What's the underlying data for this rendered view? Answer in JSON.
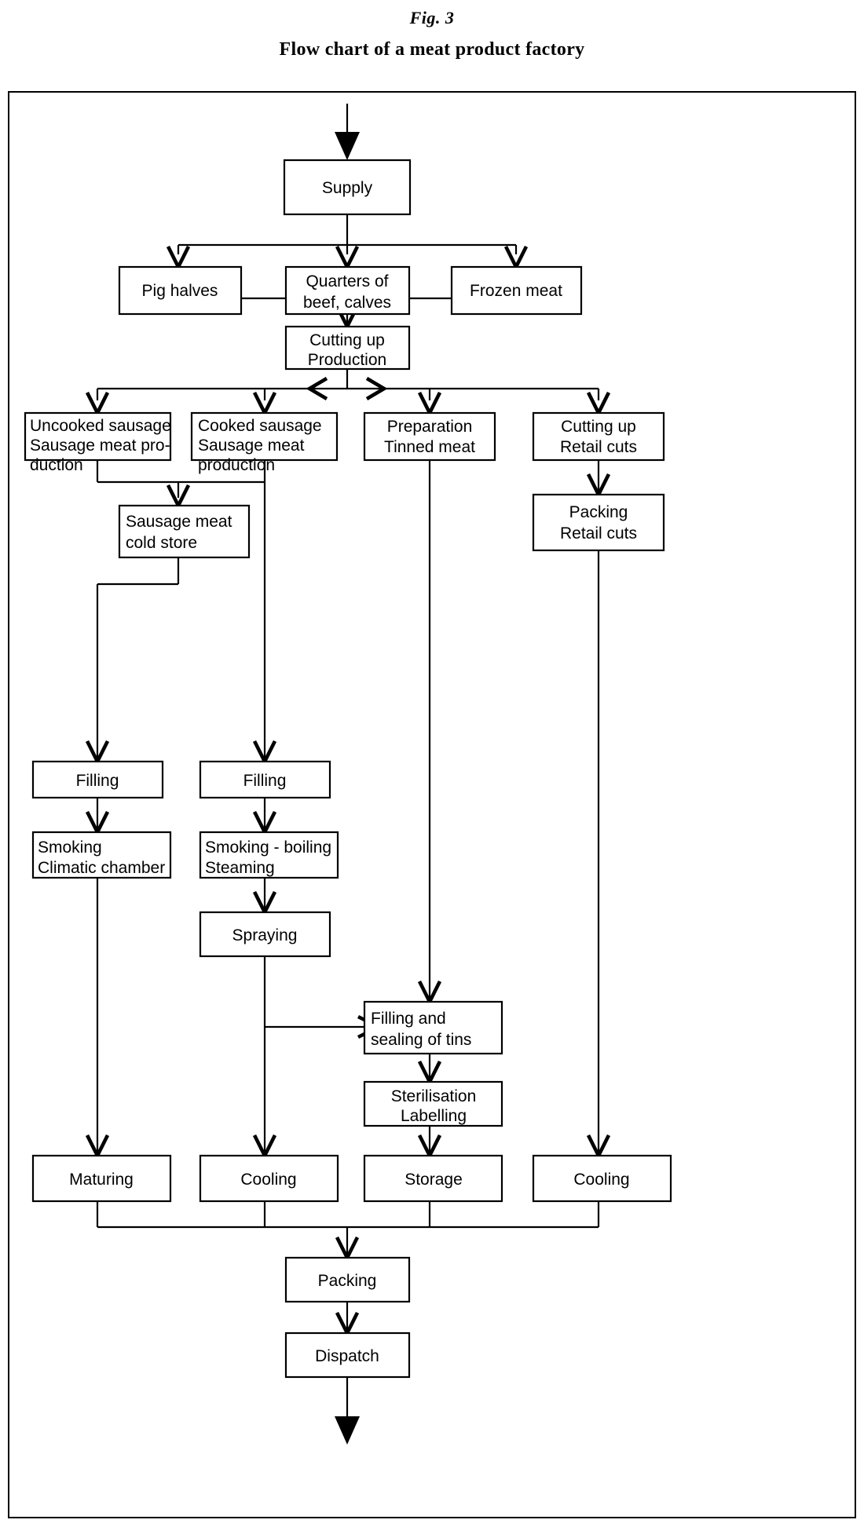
{
  "figure": {
    "label": "Fig. 3",
    "title": "Flow chart of a meat product factory"
  },
  "colors": {
    "stroke": "#000000",
    "background": "#ffffff",
    "box_fill": "#ffffff"
  },
  "diagram": {
    "type": "flowchart",
    "orientation": "top-to-bottom",
    "nodes": [
      {
        "id": "supply",
        "lines": [
          "Supply"
        ],
        "align": "center"
      },
      {
        "id": "pig-halves",
        "lines": [
          "Pig halves"
        ],
        "align": "center"
      },
      {
        "id": "quarters-beef",
        "lines": [
          "Quarters of",
          "beef, calves"
        ],
        "align": "center"
      },
      {
        "id": "frozen-meat",
        "lines": [
          "Frozen meat"
        ],
        "align": "center"
      },
      {
        "id": "cutting-up-prod",
        "lines": [
          "Cutting up",
          "Production"
        ],
        "align": "center"
      },
      {
        "id": "uncooked-sausage",
        "lines": [
          "Uncooked sausage",
          "Sausage meat pro-",
          "duction"
        ],
        "align": "left"
      },
      {
        "id": "cooked-sausage",
        "lines": [
          "Cooked sausage",
          "Sausage meat",
          "production"
        ],
        "align": "left"
      },
      {
        "id": "preparation-tinned",
        "lines": [
          "Preparation",
          "Tinned meat"
        ],
        "align": "center"
      },
      {
        "id": "cutting-retail",
        "lines": [
          "Cutting up",
          "Retail cuts"
        ],
        "align": "center"
      },
      {
        "id": "sausage-cold-store",
        "lines": [
          "Sausage meat",
          "cold store"
        ],
        "align": "left"
      },
      {
        "id": "packing-retail",
        "lines": [
          "Packing",
          "Retail cuts"
        ],
        "align": "center"
      },
      {
        "id": "filling-left",
        "lines": [
          "Filling"
        ],
        "align": "center"
      },
      {
        "id": "filling-mid",
        "lines": [
          "Filling"
        ],
        "align": "center"
      },
      {
        "id": "smoking-climatic",
        "lines": [
          "Smoking",
          "Climatic chamber"
        ],
        "align": "left"
      },
      {
        "id": "smoking-boiling",
        "lines": [
          "Smoking - boiling",
          "Steaming"
        ],
        "align": "left"
      },
      {
        "id": "spraying",
        "lines": [
          "Spraying"
        ],
        "align": "center"
      },
      {
        "id": "filling-sealing",
        "lines": [
          "Filling and",
          "sealing of tins"
        ],
        "align": "left"
      },
      {
        "id": "sterilisation",
        "lines": [
          "Sterilisation",
          "Labelling"
        ],
        "align": "center"
      },
      {
        "id": "maturing",
        "lines": [
          "Maturing"
        ],
        "align": "center"
      },
      {
        "id": "cooling-left",
        "lines": [
          "Cooling"
        ],
        "align": "center"
      },
      {
        "id": "storage",
        "lines": [
          "Storage"
        ],
        "align": "center"
      },
      {
        "id": "cooling-right",
        "lines": [
          "Cooling"
        ],
        "align": "center"
      },
      {
        "id": "packing",
        "lines": [
          "Packing"
        ],
        "align": "center"
      },
      {
        "id": "dispatch",
        "lines": [
          "Dispatch"
        ],
        "align": "center"
      }
    ],
    "edges": [
      {
        "from": "input",
        "to": "supply"
      },
      {
        "from": "supply",
        "to": "pig-halves"
      },
      {
        "from": "supply",
        "to": "quarters-beef"
      },
      {
        "from": "supply",
        "to": "frozen-meat"
      },
      {
        "from": "pig-halves",
        "to": "cutting-up-prod"
      },
      {
        "from": "quarters-beef",
        "to": "cutting-up-prod"
      },
      {
        "from": "frozen-meat",
        "to": "cutting-up-prod"
      },
      {
        "from": "cutting-up-prod",
        "to": "uncooked-sausage"
      },
      {
        "from": "cutting-up-prod",
        "to": "cooked-sausage"
      },
      {
        "from": "cutting-up-prod",
        "to": "preparation-tinned"
      },
      {
        "from": "cutting-up-prod",
        "to": "cutting-retail"
      },
      {
        "from": "uncooked-sausage",
        "to": "sausage-cold-store"
      },
      {
        "from": "cooked-sausage",
        "to": "sausage-cold-store"
      },
      {
        "from": "cooked-sausage",
        "to": "filling-mid"
      },
      {
        "from": "sausage-cold-store",
        "to": "filling-left"
      },
      {
        "from": "cutting-retail",
        "to": "packing-retail"
      },
      {
        "from": "filling-left",
        "to": "smoking-climatic"
      },
      {
        "from": "filling-mid",
        "to": "smoking-boiling"
      },
      {
        "from": "smoking-boiling",
        "to": "spraying"
      },
      {
        "from": "smoking-climatic",
        "to": "maturing"
      },
      {
        "from": "spraying",
        "to": "cooling-left"
      },
      {
        "from": "spraying",
        "to": "filling-sealing"
      },
      {
        "from": "preparation-tinned",
        "to": "filling-sealing"
      },
      {
        "from": "filling-sealing",
        "to": "sterilisation"
      },
      {
        "from": "sterilisation",
        "to": "storage"
      },
      {
        "from": "packing-retail",
        "to": "cooling-right"
      },
      {
        "from": "maturing",
        "to": "packing"
      },
      {
        "from": "cooling-left",
        "to": "packing"
      },
      {
        "from": "storage",
        "to": "packing"
      },
      {
        "from": "cooling-right",
        "to": "packing"
      },
      {
        "from": "packing",
        "to": "dispatch"
      },
      {
        "from": "dispatch",
        "to": "output"
      }
    ]
  }
}
